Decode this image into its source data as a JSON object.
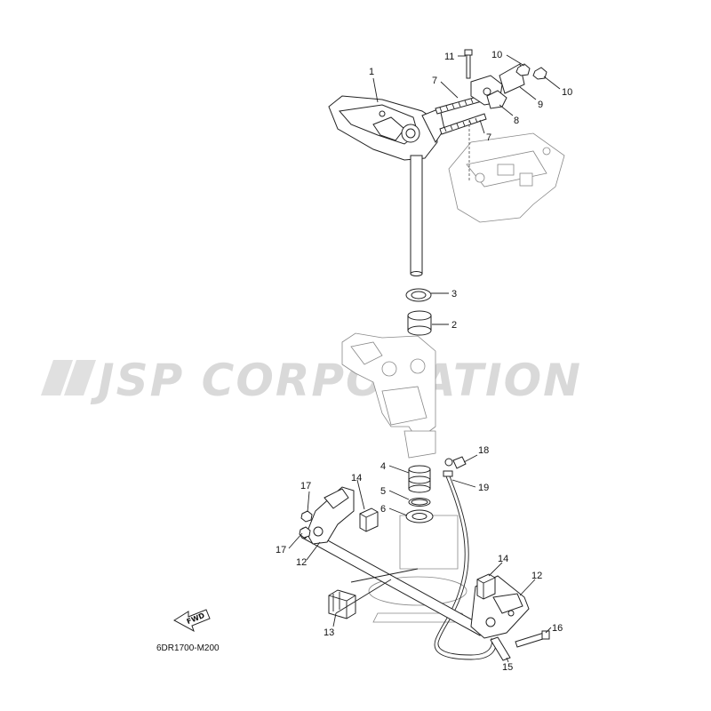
{
  "diagram_code": "6DR1700-M200",
  "watermark": "JSP CORPORATION",
  "fwd_label": "FWD",
  "callouts": {
    "c1": "1",
    "c2": "2",
    "c3": "3",
    "c4": "4",
    "c5": "5",
    "c6": "6",
    "c7a": "7",
    "c7b": "7",
    "c8": "8",
    "c9": "9",
    "c10a": "10",
    "c10b": "10",
    "c11": "11",
    "c12a": "12",
    "c12b": "12",
    "c13": "13",
    "c14a": "14",
    "c14b": "14",
    "c15": "15",
    "c16": "16",
    "c17a": "17",
    "c17b": "17",
    "c18": "18",
    "c19": "19"
  },
  "colors": {
    "line": "#222222",
    "ghost_part": "#888888",
    "watermark": "#d9d9d9"
  }
}
